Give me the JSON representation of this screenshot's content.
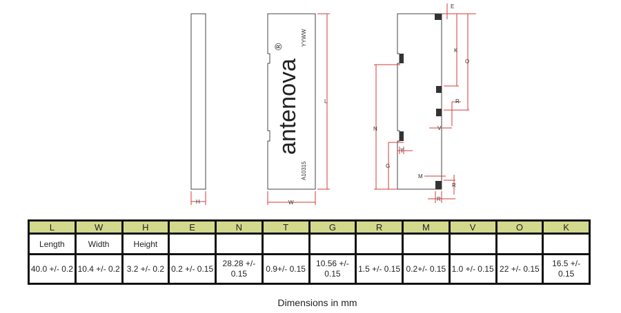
{
  "drawing": {
    "logo_text": "antenova",
    "registered_mark": "®",
    "date_code": "YYWW",
    "part_number": "A10315",
    "labels": {
      "H": "H",
      "W": "W",
      "L": "L",
      "E": "E",
      "K": "K",
      "O": "O",
      "R": "R",
      "V": "V",
      "N": "N",
      "T": "T",
      "G": "G",
      "M": "M"
    }
  },
  "table": {
    "columns": [
      {
        "key": "L",
        "desc": "Length",
        "value": "40.0 +/- 0.2"
      },
      {
        "key": "W",
        "desc": "Width",
        "value": "10.4 +/- 0.2"
      },
      {
        "key": "H",
        "desc": "Height",
        "value": "3.2 +/- 0.2"
      },
      {
        "key": "E",
        "desc": "",
        "value": "0.2 +/- 0.15"
      },
      {
        "key": "N",
        "desc": "",
        "value": "28.28 +/- 0.15"
      },
      {
        "key": "T",
        "desc": "",
        "value": "0.9+/- 0.15"
      },
      {
        "key": "G",
        "desc": "",
        "value": "10.56 +/- 0.15"
      },
      {
        "key": "R",
        "desc": "",
        "value": "1.5 +/- 0.15"
      },
      {
        "key": "M",
        "desc": "",
        "value": "0.2+/- 0.15"
      },
      {
        "key": "V",
        "desc": "",
        "value": "1.0 +/- 0.15"
      },
      {
        "key": "O",
        "desc": "",
        "value": "22 +/- 0.15"
      },
      {
        "key": "K",
        "desc": "",
        "value": "16.5 +/- 0.15"
      }
    ]
  },
  "caption": "Dimensions in mm",
  "colors": {
    "header_bg": "#d3d98c",
    "dimension_line": "#d43a3a"
  }
}
